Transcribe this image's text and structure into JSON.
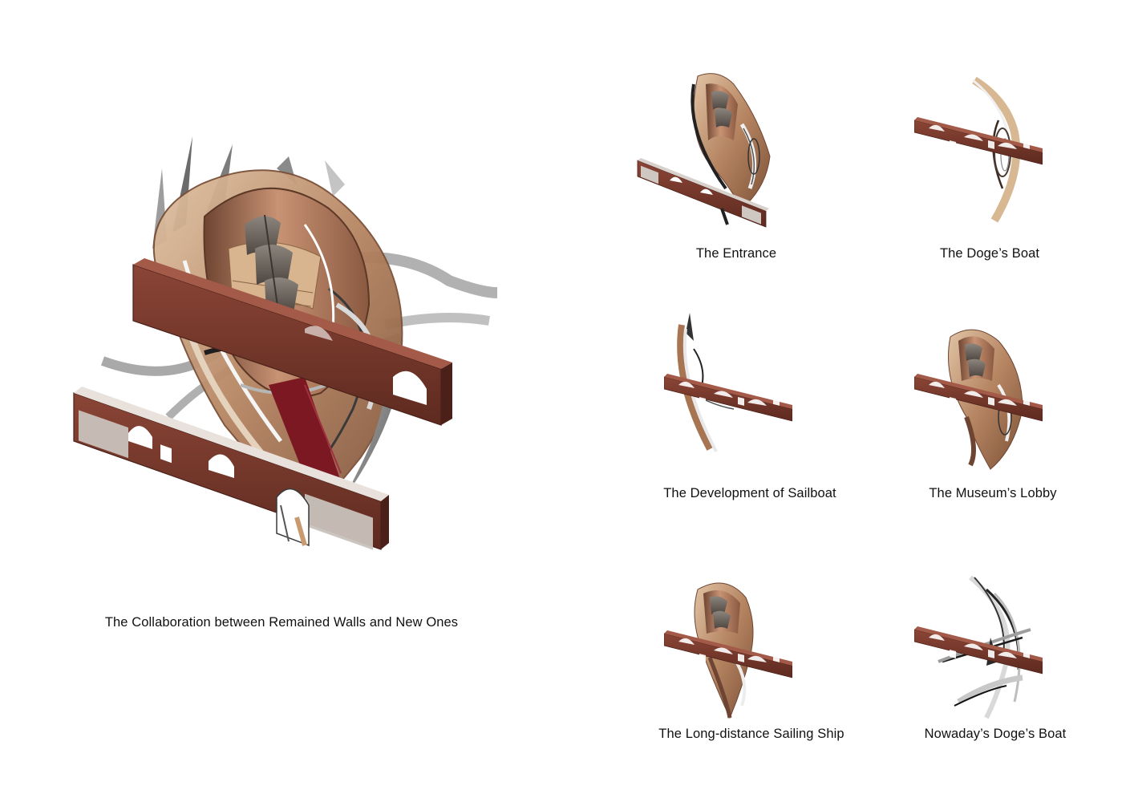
{
  "main_figure": {
    "caption": "The Collaboration between Remained Walls and New Ones"
  },
  "thumbnails": [
    {
      "caption": "The Entrance"
    },
    {
      "caption": "The Doge’s Boat"
    },
    {
      "caption": "The Development of Sailboat"
    },
    {
      "caption": "The Museum’s Lobby"
    },
    {
      "caption": "The Long-distance Sailing Ship"
    },
    {
      "caption": "Nowaday’s Doge’s Boat"
    }
  ],
  "colors": {
    "brick": "#7a3a2c",
    "brick_dark": "#5a2a20",
    "wood_light": "#c9a27e",
    "wood": "#a77552",
    "copper": "#b07a5c",
    "steel": "#8a8a8a",
    "red_carpet": "#7c1822",
    "sail": "#6e665e"
  }
}
